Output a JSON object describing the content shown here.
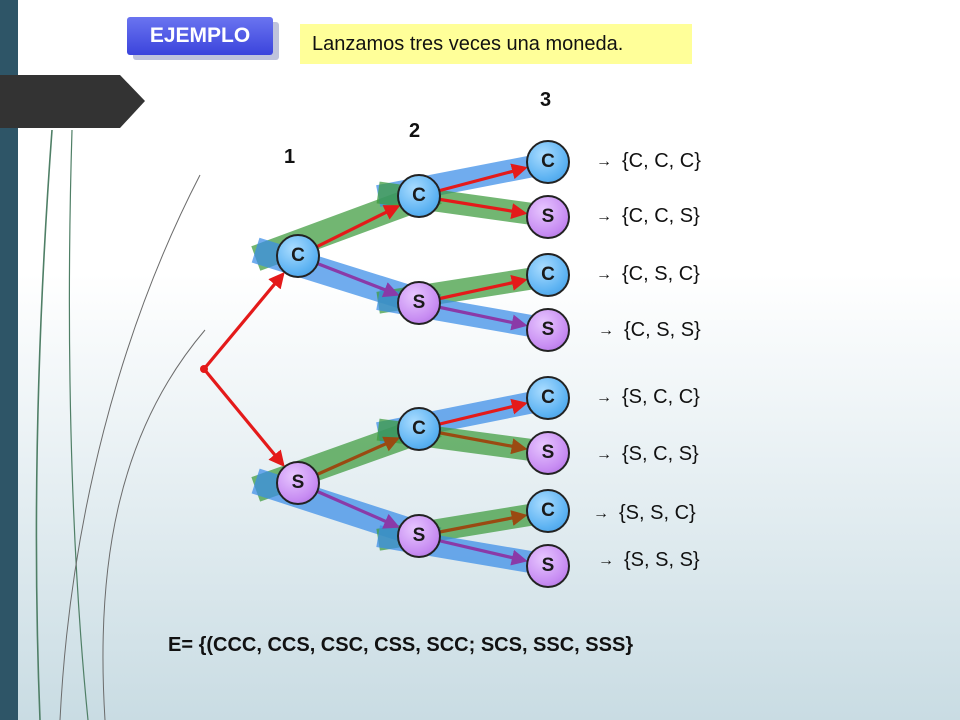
{
  "header": {
    "badge_label": "EJEMPLO",
    "subtitle": "Lanzamos tres veces una moneda."
  },
  "levels": [
    "1",
    "2",
    "3"
  ],
  "nodes": {
    "l1": [
      "C",
      "S"
    ],
    "l2": [
      "C",
      "S",
      "C",
      "S"
    ],
    "l3": [
      "C",
      "S",
      "C",
      "S",
      "C",
      "S",
      "C",
      "S"
    ]
  },
  "outcomes": [
    "{C, C, C}",
    "{C, C, S}",
    "{C, S, C}",
    "{C, S, S}",
    "{S, C, C}",
    "{S, C, S}",
    "{S, S, C}",
    "{S, S, S}"
  ],
  "arrow_glyph": "→",
  "sample_space": "E= {(CCC, CCS, CSC, CSS, SCC; SCS, SSC, SSS}",
  "colors": {
    "arrow_red": "#e41a1a",
    "arrow_purple": "#8a3aa8",
    "arrow_brown": "#9a4a12",
    "band_green": "#3d9b3d",
    "band_blue": "#3a8de8",
    "node_c": "#5cb2f2",
    "node_s": "#c78cf2",
    "badge": "#3b44dc",
    "subtitle_bg": "#ffff99",
    "sidebar": "#2e5567"
  }
}
